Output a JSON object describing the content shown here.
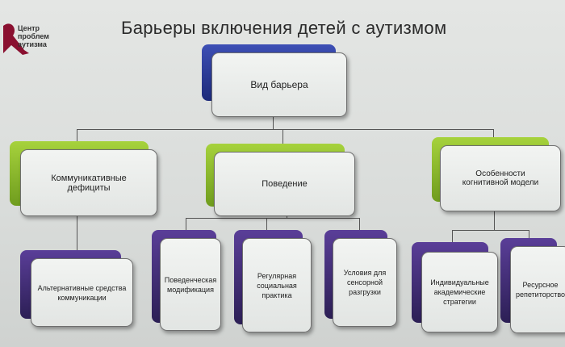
{
  "logo": {
    "text": "Центр проблем аутизма"
  },
  "title": "Барьеры включения детей с аутизмом",
  "root": {
    "label": "Вид барьера"
  },
  "level1": [
    {
      "label": "Коммуникативные дефициты"
    },
    {
      "label": "Поведение"
    },
    {
      "label": "Особенности когнитивной модели"
    }
  ],
  "level2": [
    {
      "label": "Альтернативные средства коммуникации",
      "parent": "Коммуникативные дефициты"
    },
    {
      "label": "Поведенческая модификация",
      "parent": "Поведение"
    },
    {
      "label": "Регулярная социальная практика",
      "parent": "Поведение"
    },
    {
      "label": "Условия для сенсорной разгрузки",
      "parent": "Поведение"
    },
    {
      "label": "Индивидуальные академические стратегии",
      "parent": "Особенности когнитивной модели"
    },
    {
      "label": "Ресурсное репетиторство",
      "parent": "Особенности когнитивной модели"
    }
  ],
  "colors": {
    "root": "#2d3c9a",
    "level1": "#8fbf2c",
    "level2": "#45307a"
  }
}
